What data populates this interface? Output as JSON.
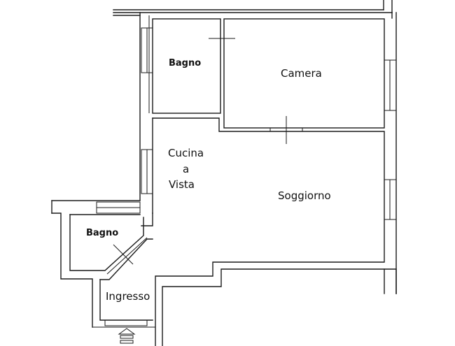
{
  "rooms": {
    "bagno_top": "Bagno",
    "camera": "Camera",
    "cucina_line1": "Cucina",
    "cucina_line2": "a",
    "cucina_line3": "Vista",
    "soggiorno": "Soggiorno",
    "bagno_bottom": "Bagno",
    "ingresso": "Ingresso"
  },
  "icons": {
    "entrance": "entrance-arrow-icon"
  }
}
